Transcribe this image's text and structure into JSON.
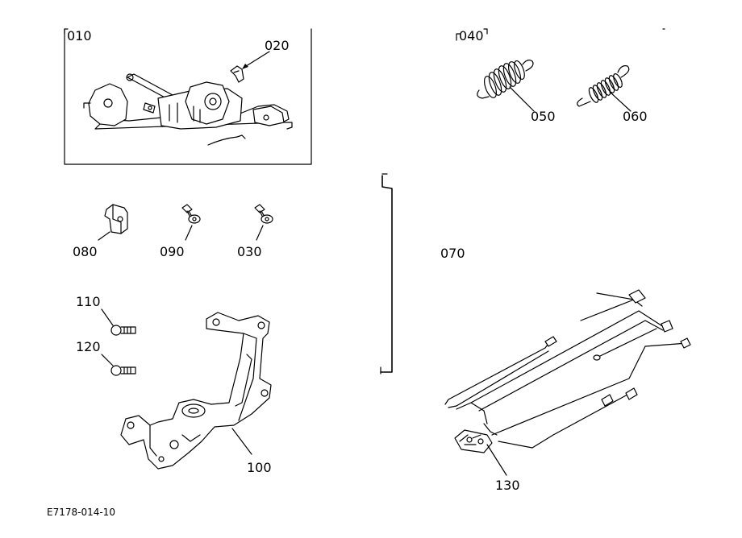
{
  "labels": {
    "p010": "010",
    "p020": "020",
    "p040": "040",
    "p050": "050",
    "p060": "060",
    "p070": "070",
    "p080": "080",
    "p090": "090",
    "p030": "030",
    "p110": "110",
    "p120": "120",
    "p100": "100",
    "p130": "130"
  },
  "drawing_code": "E7178-014-10"
}
